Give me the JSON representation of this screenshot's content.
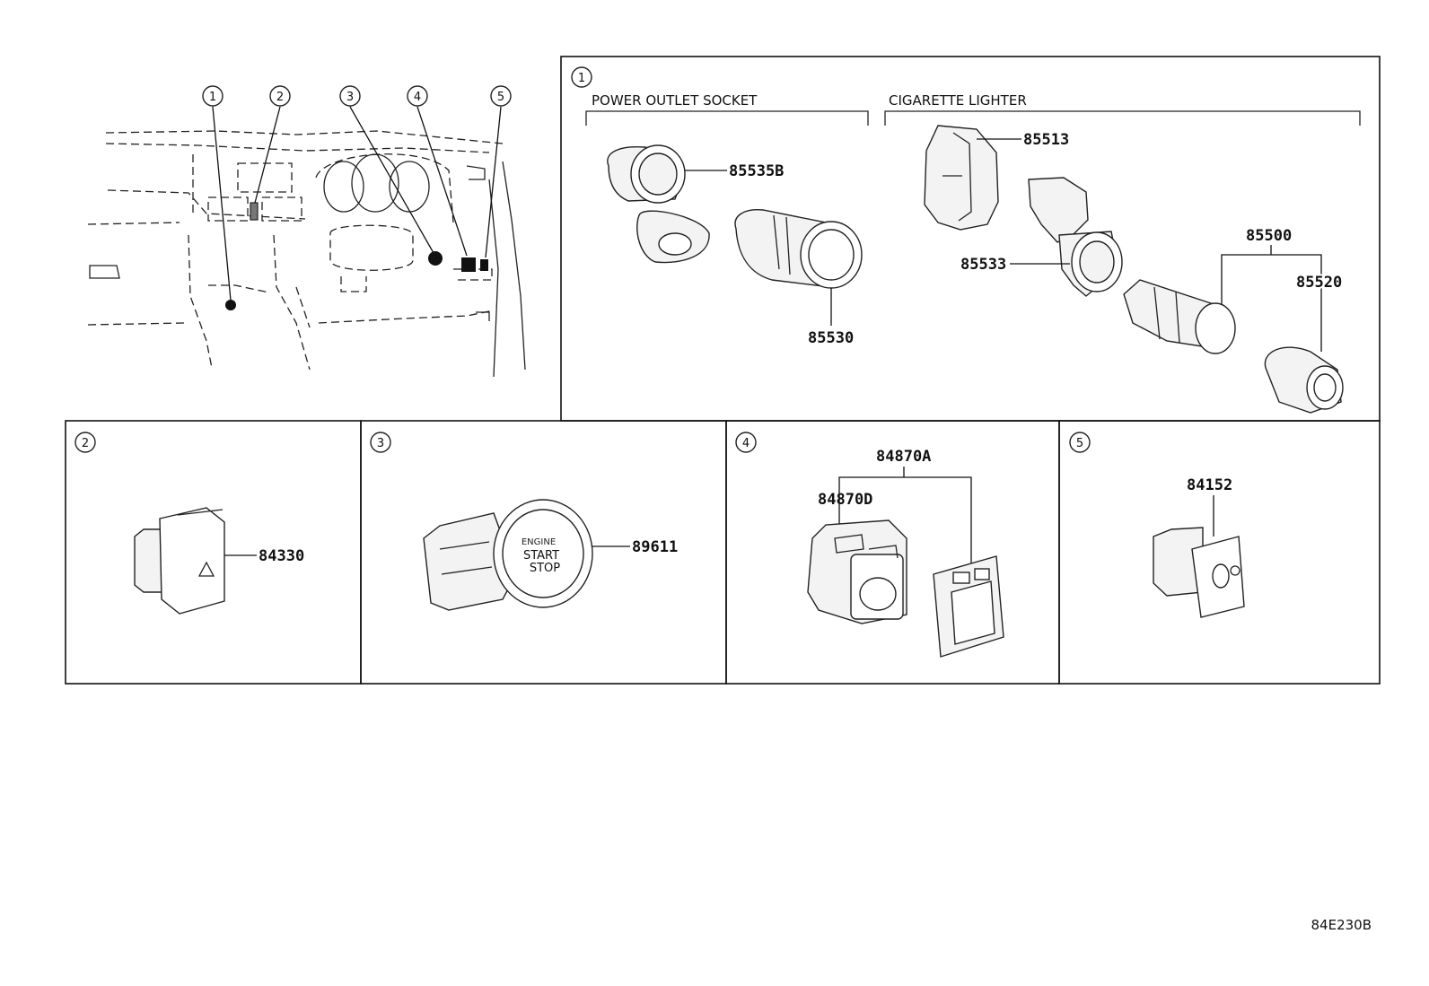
{
  "overview": {
    "callouts": [
      "1",
      "2",
      "3",
      "4",
      "5"
    ]
  },
  "panel_1": {
    "number": "1",
    "group_power_outlet": "POWER OUTLET SOCKET",
    "group_cigarette": "CIGARETTE LIGHTER",
    "parts": {
      "p85535B": "85535B",
      "p85530": "85530",
      "p85513": "85513",
      "p85533": "85533",
      "p85500": "85500",
      "p85520": "85520"
    }
  },
  "panel_2": {
    "number": "2",
    "part": "84330"
  },
  "panel_3": {
    "number": "3",
    "part": "89611",
    "button_text": [
      "ENGINE",
      "START",
      "STOP"
    ]
  },
  "panel_4": {
    "number": "4",
    "part_a": "84870A",
    "part_d": "84870D"
  },
  "panel_5": {
    "number": "5",
    "part": "84152"
  },
  "diagram_code": "84E230B"
}
